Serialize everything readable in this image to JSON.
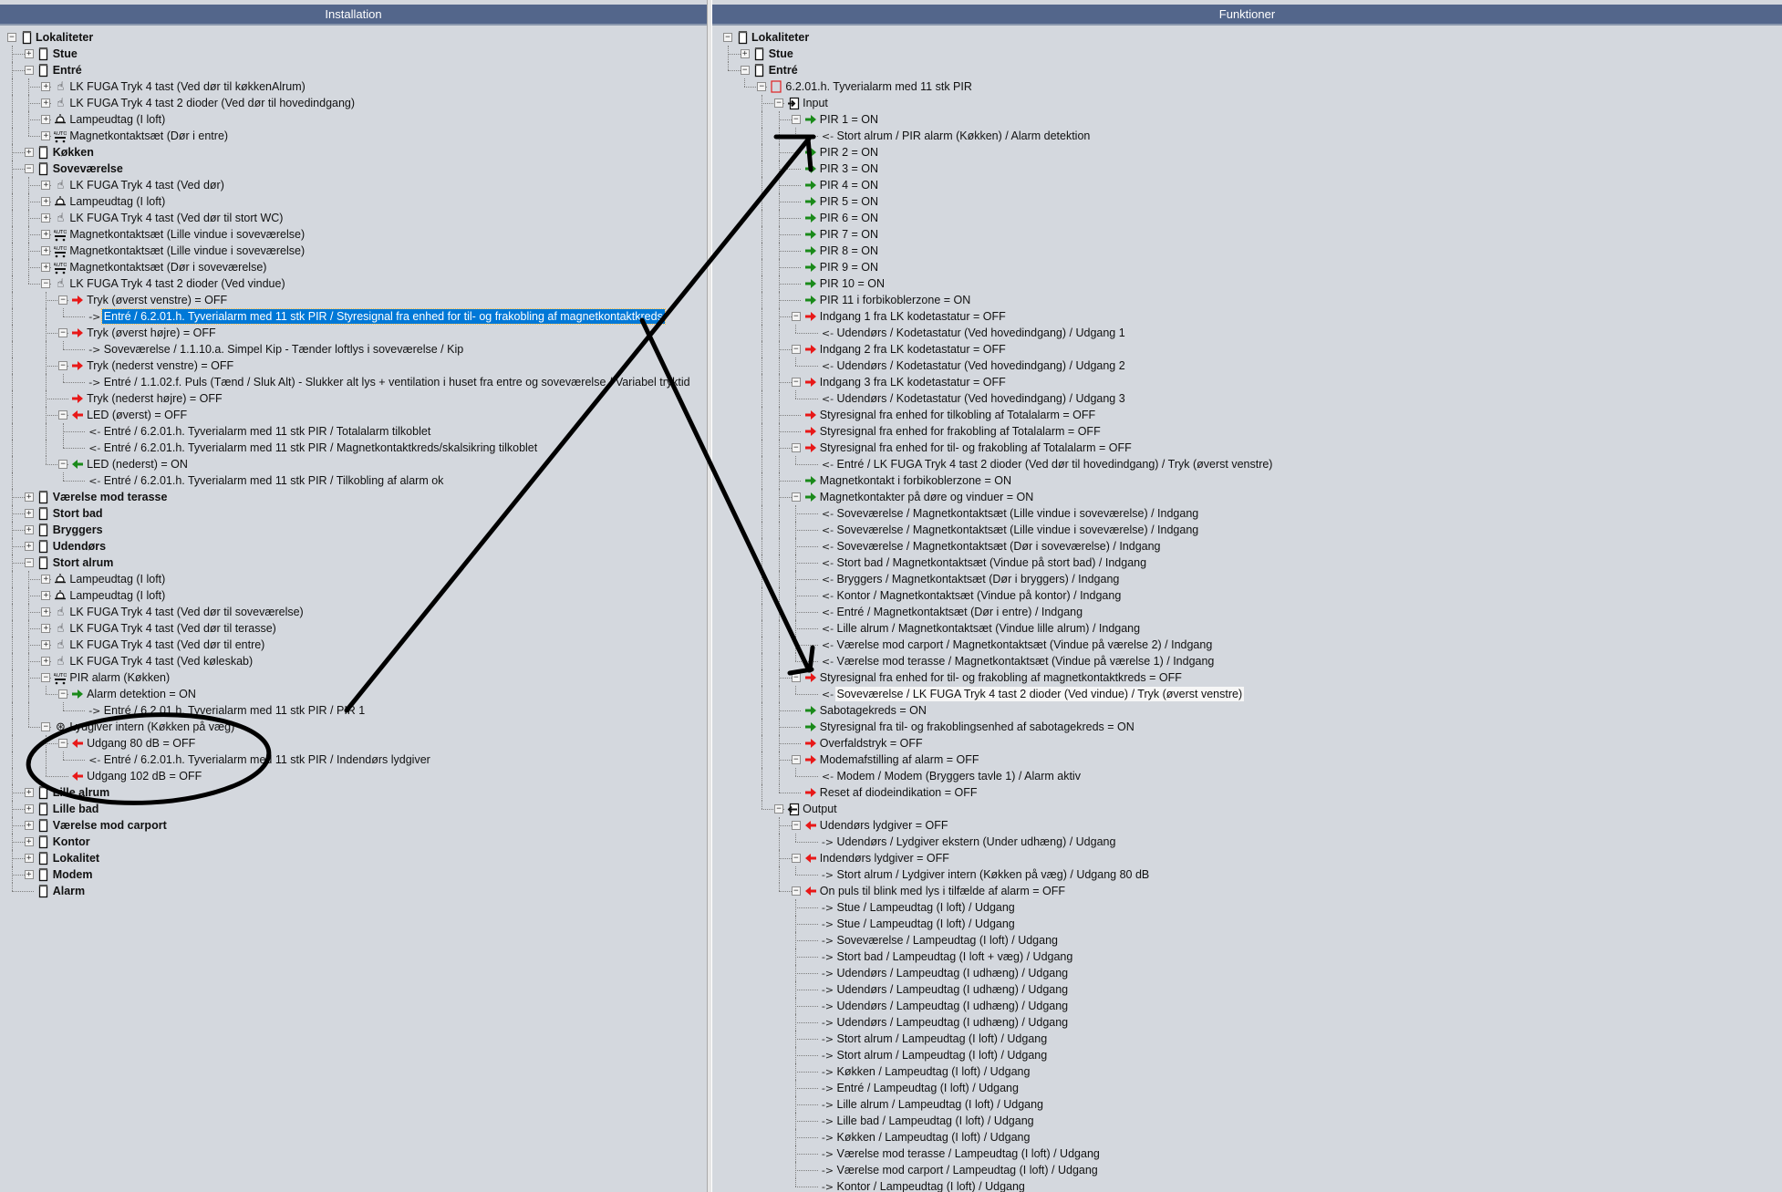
{
  "left_panel": {
    "title": "Installation"
  },
  "right_panel": {
    "title": "Funktioner"
  },
  "colors": {
    "header": "#53668b",
    "background": "#d4d8de",
    "selection": "#0078d7",
    "on": "#1a8a1a",
    "off": "#e81818"
  },
  "left_tree": [
    {
      "l": 0,
      "e": "-",
      "i": "room",
      "t": "Lokaliteter",
      "b": true
    },
    {
      "l": 1,
      "e": "+",
      "i": "room",
      "t": "Stue",
      "b": true
    },
    {
      "l": 1,
      "e": "-",
      "i": "room",
      "t": "Entré",
      "b": true
    },
    {
      "l": 2,
      "e": "+",
      "i": "hand",
      "t": "LK FUGA Tryk 4 tast (Ved dør til køkkenAlrum)"
    },
    {
      "l": 2,
      "e": "+",
      "i": "hand",
      "t": "LK FUGA Tryk 4 tast 2 dioder (Ved dør til hovedindgang)"
    },
    {
      "l": 2,
      "e": "+",
      "i": "lamp",
      "t": "Lampeudtag (I loft)"
    },
    {
      "l": 2,
      "e": "+",
      "i": "magnet",
      "t": "Magnetkontaktsæt (Dør i entre)"
    },
    {
      "l": 1,
      "e": "+",
      "i": "room",
      "t": "Køkken",
      "b": true
    },
    {
      "l": 1,
      "e": "-",
      "i": "room",
      "t": "Soveværelse",
      "b": true
    },
    {
      "l": 2,
      "e": "+",
      "i": "hand",
      "t": "LK FUGA Tryk 4 tast (Ved dør)"
    },
    {
      "l": 2,
      "e": "+",
      "i": "lamp",
      "t": "Lampeudtag (I loft)"
    },
    {
      "l": 2,
      "e": "+",
      "i": "hand",
      "t": "LK FUGA Tryk 4 tast (Ved dør til stort WC)"
    },
    {
      "l": 2,
      "e": "+",
      "i": "magnet",
      "t": "Magnetkontaktsæt (Lille vindue i soveværelse)"
    },
    {
      "l": 2,
      "e": "+",
      "i": "magnet",
      "t": "Magnetkontaktsæt (Lille vindue i soveværelse)"
    },
    {
      "l": 2,
      "e": "+",
      "i": "magnet",
      "t": "Magnetkontaktsæt (Dør i soveværelse)"
    },
    {
      "l": 2,
      "e": "-",
      "i": "hand",
      "t": "LK FUGA Tryk 4 tast 2 dioder (Ved vindue)"
    },
    {
      "l": 3,
      "e": "-",
      "i": "red-right",
      "t": "Tryk (øverst venstre) = OFF"
    },
    {
      "l": 4,
      "e": "",
      "i": "out",
      "t": "Entré / 6.2.01.h. Tyverialarm med 11 stk PIR / Styresignal fra enhed for til- og frakobling af magnetkontaktkreds",
      "sel": true
    },
    {
      "l": 3,
      "e": "-",
      "i": "red-right",
      "t": "Tryk (øverst højre) = OFF"
    },
    {
      "l": 4,
      "e": "",
      "i": "out",
      "t": "Soveværelse / 1.1.10.a. Simpel Kip - Tænder loftlys i soveværelse  / Kip"
    },
    {
      "l": 3,
      "e": "-",
      "i": "red-right",
      "t": "Tryk (nederst venstre) = OFF"
    },
    {
      "l": 4,
      "e": "",
      "i": "out",
      "t": "Entré / 1.1.02.f. Puls (Tænd / Sluk Alt) - Slukker alt lys + ventilation i huset fra entre og soveværelse / Variabel tryktid"
    },
    {
      "l": 3,
      "e": "",
      "i": "red-right",
      "t": "Tryk (nederst højre) = OFF"
    },
    {
      "l": 3,
      "e": "-",
      "i": "red-left",
      "t": "LED (øverst) = OFF"
    },
    {
      "l": 4,
      "e": "",
      "i": "in",
      "t": "Entré / 6.2.01.h. Tyverialarm med 11 stk PIR / Totalalarm tilkoblet"
    },
    {
      "l": 4,
      "e": "",
      "i": "in",
      "t": "Entré / 6.2.01.h. Tyverialarm med 11 stk PIR / Magnetkontaktkreds/skalsikring tilkoblet"
    },
    {
      "l": 3,
      "e": "-",
      "i": "green-left",
      "t": "LED (nederst) = ON"
    },
    {
      "l": 4,
      "e": "",
      "i": "in",
      "t": "Entré / 6.2.01.h. Tyverialarm med 11 stk PIR / Tilkobling af alarm ok"
    },
    {
      "l": 1,
      "e": "+",
      "i": "room",
      "t": "Værelse mod terasse",
      "b": true
    },
    {
      "l": 1,
      "e": "+",
      "i": "room",
      "t": "Stort bad",
      "b": true
    },
    {
      "l": 1,
      "e": "+",
      "i": "room",
      "t": "Bryggers",
      "b": true
    },
    {
      "l": 1,
      "e": "+",
      "i": "room",
      "t": "Udendørs",
      "b": true
    },
    {
      "l": 1,
      "e": "-",
      "i": "room",
      "t": "Stort alrum",
      "b": true
    },
    {
      "l": 2,
      "e": "+",
      "i": "lamp",
      "t": "Lampeudtag (I loft)"
    },
    {
      "l": 2,
      "e": "+",
      "i": "lamp",
      "t": "Lampeudtag (I loft)"
    },
    {
      "l": 2,
      "e": "+",
      "i": "hand",
      "t": "LK FUGA Tryk 4 tast (Ved dør til soveværelse)"
    },
    {
      "l": 2,
      "e": "+",
      "i": "hand",
      "t": "LK FUGA Tryk 4 tast (Ved dør til terasse)"
    },
    {
      "l": 2,
      "e": "+",
      "i": "hand",
      "t": "LK FUGA Tryk 4 tast (Ved dør til entre)"
    },
    {
      "l": 2,
      "e": "+",
      "i": "hand",
      "t": "LK FUGA Tryk 4 tast (Ved køleskab)"
    },
    {
      "l": 2,
      "e": "-",
      "i": "magnet",
      "t": "PIR alarm (Køkken)"
    },
    {
      "l": 3,
      "e": "-",
      "i": "green-right",
      "t": "Alarm detektion = ON"
    },
    {
      "l": 4,
      "e": "",
      "i": "out",
      "t": "Entré / 6.2.01.h. Tyverialarm med 11 stk PIR / PIR 1"
    },
    {
      "l": 2,
      "e": "-",
      "i": "siren",
      "t": "Lydgiver intern (Køkken på væg)"
    },
    {
      "l": 3,
      "e": "-",
      "i": "red-left",
      "t": "Udgang 80 dB = OFF"
    },
    {
      "l": 4,
      "e": "",
      "i": "in",
      "t": "Entré / 6.2.01.h. Tyverialarm med 11 stk PIR / Indendørs lydgiver"
    },
    {
      "l": 3,
      "e": "",
      "i": "red-left",
      "t": "Udgang 102 dB = OFF"
    },
    {
      "l": 1,
      "e": "+",
      "i": "room",
      "t": "Lille alrum",
      "b": true
    },
    {
      "l": 1,
      "e": "+",
      "i": "room",
      "t": "Lille bad",
      "b": true
    },
    {
      "l": 1,
      "e": "+",
      "i": "room",
      "t": "Værelse mod carport",
      "b": true
    },
    {
      "l": 1,
      "e": "+",
      "i": "room",
      "t": "Kontor",
      "b": true
    },
    {
      "l": 1,
      "e": "+",
      "i": "room",
      "t": "Lokalitet",
      "b": true
    },
    {
      "l": 1,
      "e": "+",
      "i": "room",
      "t": "Modem",
      "b": true
    },
    {
      "l": 1,
      "e": "",
      "i": "room",
      "t": "Alarm",
      "b": true
    }
  ],
  "right_tree": [
    {
      "l": 0,
      "e": "-",
      "i": "room",
      "t": "Lokaliteter",
      "b": true
    },
    {
      "l": 1,
      "e": "+",
      "i": "room",
      "t": "Stue",
      "b": true
    },
    {
      "l": 1,
      "e": "-",
      "i": "room",
      "t": "Entré",
      "b": true
    },
    {
      "l": 2,
      "e": "-",
      "i": "func",
      "t": "6.2.01.h. Tyverialarm med 11 stk PIR"
    },
    {
      "l": 3,
      "e": "-",
      "i": "input",
      "t": "Input"
    },
    {
      "l": 4,
      "e": "-",
      "i": "green-right",
      "t": "PIR 1 = ON"
    },
    {
      "l": 5,
      "e": "",
      "i": "in",
      "t": "Stort alrum / PIR alarm (Køkken)  / Alarm detektion"
    },
    {
      "l": 4,
      "e": "",
      "i": "green-right",
      "t": "PIR 2 = ON"
    },
    {
      "l": 4,
      "e": "",
      "i": "green-right",
      "t": "PIR 3 = ON"
    },
    {
      "l": 4,
      "e": "",
      "i": "green-right",
      "t": "PIR 4 = ON"
    },
    {
      "l": 4,
      "e": "",
      "i": "green-right",
      "t": "PIR 5 = ON"
    },
    {
      "l": 4,
      "e": "",
      "i": "green-right",
      "t": "PIR 6 = ON"
    },
    {
      "l": 4,
      "e": "",
      "i": "green-right",
      "t": "PIR 7 = ON"
    },
    {
      "l": 4,
      "e": "",
      "i": "green-right",
      "t": "PIR 8 = ON"
    },
    {
      "l": 4,
      "e": "",
      "i": "green-right",
      "t": "PIR 9 = ON"
    },
    {
      "l": 4,
      "e": "",
      "i": "green-right",
      "t": "PIR 10 = ON"
    },
    {
      "l": 4,
      "e": "",
      "i": "green-right",
      "t": "PIR 11 i forbikoblerzone = ON"
    },
    {
      "l": 4,
      "e": "-",
      "i": "red-right",
      "t": "Indgang 1 fra LK kodetastatur = OFF"
    },
    {
      "l": 5,
      "e": "",
      "i": "in",
      "t": "Udendørs / Kodetastatur (Ved hovedindgang)  / Udgang 1"
    },
    {
      "l": 4,
      "e": "-",
      "i": "red-right",
      "t": "Indgang 2 fra LK kodetastatur = OFF"
    },
    {
      "l": 5,
      "e": "",
      "i": "in",
      "t": "Udendørs / Kodetastatur (Ved hovedindgang)  / Udgang 2"
    },
    {
      "l": 4,
      "e": "-",
      "i": "red-right",
      "t": "Indgang 3 fra LK kodetastatur = OFF"
    },
    {
      "l": 5,
      "e": "",
      "i": "in",
      "t": "Udendørs / Kodetastatur (Ved hovedindgang)  / Udgang 3"
    },
    {
      "l": 4,
      "e": "",
      "i": "red-right",
      "t": "Styresignal fra enhed for tilkobling af Totalalarm = OFF"
    },
    {
      "l": 4,
      "e": "",
      "i": "red-right",
      "t": "Styresignal fra enhed for frakobling af Totalalarm = OFF"
    },
    {
      "l": 4,
      "e": "-",
      "i": "red-right",
      "t": "Styresignal fra enhed for til- og frakobling af Totalalarm = OFF"
    },
    {
      "l": 5,
      "e": "",
      "i": "in",
      "t": "Entré / LK FUGA Tryk 4 tast 2 dioder (Ved dør til hovedindgang)  / Tryk (øverst venstre)"
    },
    {
      "l": 4,
      "e": "",
      "i": "green-right",
      "t": "Magnetkontakt i forbikoblerzone = ON"
    },
    {
      "l": 4,
      "e": "-",
      "i": "green-right",
      "t": "Magnetkontakter på døre og vinduer = ON"
    },
    {
      "l": 5,
      "e": "",
      "i": "in",
      "t": "Soveværelse / Magnetkontaktsæt (Lille vindue i soveværelse)  / Indgang"
    },
    {
      "l": 5,
      "e": "",
      "i": "in",
      "t": "Soveværelse / Magnetkontaktsæt (Lille vindue i soveværelse)  / Indgang"
    },
    {
      "l": 5,
      "e": "",
      "i": "in",
      "t": "Soveværelse / Magnetkontaktsæt (Dør i soveværelse)  / Indgang"
    },
    {
      "l": 5,
      "e": "",
      "i": "in",
      "t": "Stort bad / Magnetkontaktsæt (Vindue på stort bad)  / Indgang"
    },
    {
      "l": 5,
      "e": "",
      "i": "in",
      "t": "Bryggers / Magnetkontaktsæt (Dør i bryggers)  / Indgang"
    },
    {
      "l": 5,
      "e": "",
      "i": "in",
      "t": "Kontor / Magnetkontaktsæt (Vindue på kontor)  / Indgang"
    },
    {
      "l": 5,
      "e": "",
      "i": "in",
      "t": "Entré / Magnetkontaktsæt (Dør i entre)  / Indgang"
    },
    {
      "l": 5,
      "e": "",
      "i": "in",
      "t": "Lille alrum / Magnetkontaktsæt (Vindue lille alrum)  / Indgang"
    },
    {
      "l": 5,
      "e": "",
      "i": "in",
      "t": "Værelse mod carport / Magnetkontaktsæt (Vindue på værelse 2)  / Indgang"
    },
    {
      "l": 5,
      "e": "",
      "i": "in",
      "t": "Værelse mod terasse / Magnetkontaktsæt (Vindue på værelse 1)  / Indgang"
    },
    {
      "l": 4,
      "e": "-",
      "i": "red-right",
      "t": "Styresignal fra enhed for til- og frakobling af magnetkontaktkreds = OFF"
    },
    {
      "l": 5,
      "e": "",
      "i": "in",
      "t": "Soveværelse / LK FUGA Tryk 4 tast 2 dioder (Ved vindue)  / Tryk (øverst venstre)",
      "hl": true
    },
    {
      "l": 4,
      "e": "",
      "i": "green-right",
      "t": "Sabotagekreds = ON"
    },
    {
      "l": 4,
      "e": "",
      "i": "green-right",
      "t": "Styresignal fra til- og frakoblingsenhed af sabotagekreds = ON"
    },
    {
      "l": 4,
      "e": "",
      "i": "red-right",
      "t": "Overfaldstryk = OFF"
    },
    {
      "l": 4,
      "e": "-",
      "i": "red-right",
      "t": "Modemafstilling af alarm = OFF"
    },
    {
      "l": 5,
      "e": "",
      "i": "in",
      "t": "Modem / Modem (Bryggers tavle 1)  / Alarm aktiv"
    },
    {
      "l": 4,
      "e": "",
      "i": "red-right",
      "t": "Reset af diodeindikation = OFF"
    },
    {
      "l": 3,
      "e": "-",
      "i": "output",
      "t": "Output"
    },
    {
      "l": 4,
      "e": "-",
      "i": "red-left",
      "t": "Udendørs lydgiver = OFF"
    },
    {
      "l": 5,
      "e": "",
      "i": "out",
      "t": "Udendørs / Lydgiver ekstern (Under udhæng)  / Udgang"
    },
    {
      "l": 4,
      "e": "-",
      "i": "red-left",
      "t": "Indendørs lydgiver = OFF"
    },
    {
      "l": 5,
      "e": "",
      "i": "out",
      "t": "Stort alrum / Lydgiver intern (Køkken på væg)  / Udgang 80 dB"
    },
    {
      "l": 4,
      "e": "-",
      "i": "red-left",
      "t": "On puls til blink med lys i tilfælde af alarm = OFF"
    },
    {
      "l": 5,
      "e": "",
      "i": "out",
      "t": "Stue / Lampeudtag (I loft)  / Udgang"
    },
    {
      "l": 5,
      "e": "",
      "i": "out",
      "t": "Stue / Lampeudtag (I loft)  / Udgang"
    },
    {
      "l": 5,
      "e": "",
      "i": "out",
      "t": "Soveværelse / Lampeudtag (I loft)  / Udgang"
    },
    {
      "l": 5,
      "e": "",
      "i": "out",
      "t": "Stort bad / Lampeudtag (I loft + væg)  / Udgang"
    },
    {
      "l": 5,
      "e": "",
      "i": "out",
      "t": "Udendørs / Lampeudtag (I udhæng)  / Udgang"
    },
    {
      "l": 5,
      "e": "",
      "i": "out",
      "t": "Udendørs / Lampeudtag (I udhæng)  / Udgang"
    },
    {
      "l": 5,
      "e": "",
      "i": "out",
      "t": "Udendørs / Lampeudtag (I udhæng)  / Udgang"
    },
    {
      "l": 5,
      "e": "",
      "i": "out",
      "t": "Udendørs / Lampeudtag (I udhæng)  / Udgang"
    },
    {
      "l": 5,
      "e": "",
      "i": "out",
      "t": "Stort alrum / Lampeudtag (I loft)  / Udgang"
    },
    {
      "l": 5,
      "e": "",
      "i": "out",
      "t": "Stort alrum / Lampeudtag (I loft)  / Udgang"
    },
    {
      "l": 5,
      "e": "",
      "i": "out",
      "t": "Køkken / Lampeudtag (I loft)  / Udgang"
    },
    {
      "l": 5,
      "e": "",
      "i": "out",
      "t": "Entré / Lampeudtag (I loft)  / Udgang"
    },
    {
      "l": 5,
      "e": "",
      "i": "out",
      "t": "Lille alrum / Lampeudtag (I loft)  / Udgang"
    },
    {
      "l": 5,
      "e": "",
      "i": "out",
      "t": "Lille bad / Lampeudtag (I loft)  / Udgang"
    },
    {
      "l": 5,
      "e": "",
      "i": "out",
      "t": "Køkken / Lampeudtag (I loft)  / Udgang"
    },
    {
      "l": 5,
      "e": "",
      "i": "out",
      "t": "Værelse mod terasse / Lampeudtag (I loft)  / Udgang"
    },
    {
      "l": 5,
      "e": "",
      "i": "out",
      "t": "Værelse mod carport / Lampeudtag (I loft)  / Udgang"
    },
    {
      "l": 5,
      "e": "",
      "i": "out",
      "t": "Kontor / Lampeudtag (I loft)  / Udgang"
    }
  ]
}
